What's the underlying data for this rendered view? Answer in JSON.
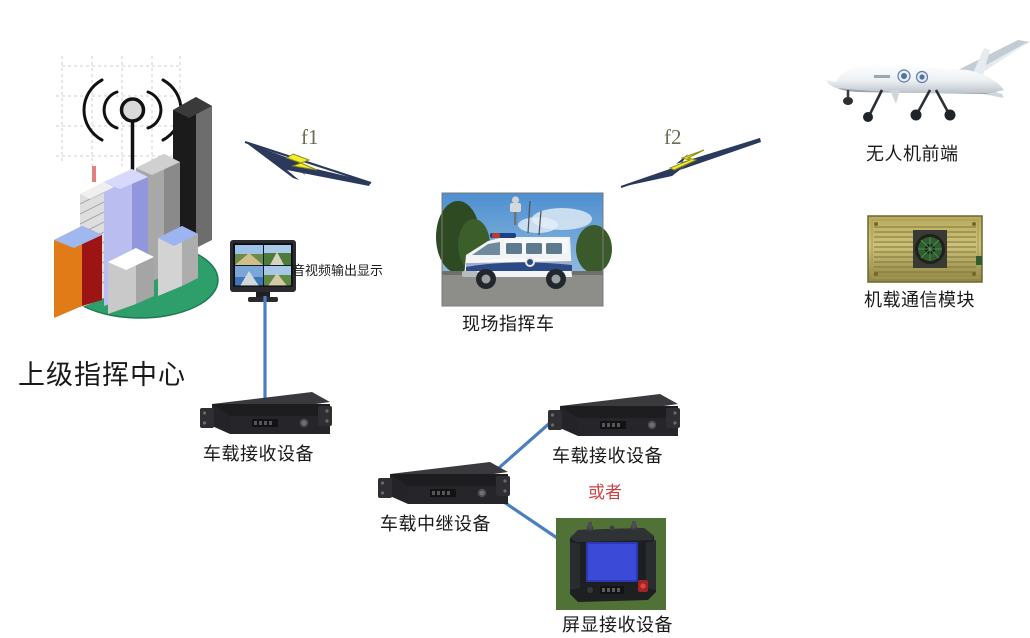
{
  "diagram": {
    "title_not_shown": "",
    "background_color": "#ffffff",
    "link_color": "#4a7fc1",
    "accent_red": "#cc4444",
    "bolt_body_color": "#2b3a5c",
    "bolt_fill_color": "#f2ee2a"
  },
  "nodes": {
    "command_center": {
      "label": "上级指挥中心",
      "icon": "city-antenna-icon"
    },
    "display_monitor": {
      "label": "音视频输出显示",
      "icon": "monitor-icon"
    },
    "hq_receiver": {
      "label": "车载接收设备",
      "icon": "rack-device-icon"
    },
    "command_vehicle": {
      "label": "现场指挥车",
      "icon": "command-vehicle-photo"
    },
    "relay_device": {
      "label": "车载中继设备",
      "icon": "rack-device-icon"
    },
    "vehicle_receiver": {
      "label": "车载接收设备",
      "icon": "rack-device-icon"
    },
    "screen_receiver": {
      "label": "屏显接收设备",
      "icon": "handheld-terminal-icon"
    },
    "or_divider": {
      "label": "或者"
    },
    "uav": {
      "label": "无人机前端",
      "icon": "uav-icon"
    },
    "airborne_module": {
      "label": "机载通信模块",
      "icon": "comm-module-icon"
    }
  },
  "links": {
    "f1": {
      "label": "f1",
      "icon": "lightning-bolt-icon"
    },
    "f2": {
      "label": "f2",
      "icon": "lightning-bolt-icon"
    }
  }
}
